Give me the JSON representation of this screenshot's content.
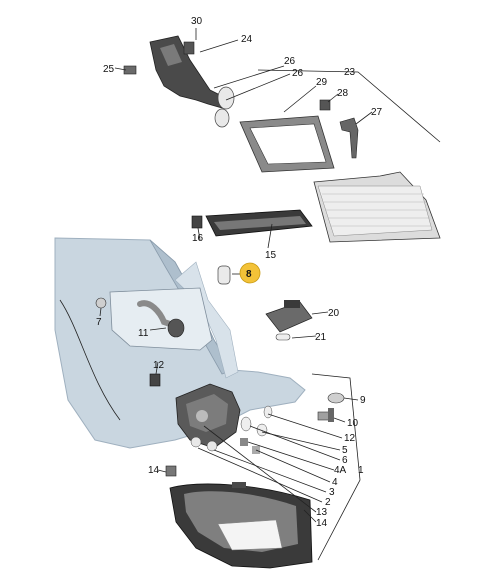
{
  "colors": {
    "body_panel": "#c9d6e0",
    "body_panel_dark": "#9fb0bf",
    "part_gray": "#9a9a9a",
    "part_dark": "#3c3c3c",
    "highlight": "#f3c238"
  },
  "labels": {
    "l30": "30",
    "l24": "24",
    "l25": "25",
    "l26a": "26",
    "l26b": "26",
    "l23": "23",
    "l29": "29",
    "l28": "28",
    "l27": "27",
    "l16": "16",
    "l15": "15",
    "l8": "8",
    "l7": "7",
    "l11": "11",
    "l20": "20",
    "l21": "21",
    "l12a": "12",
    "l9": "9",
    "l10": "10",
    "l12b": "12",
    "l5": "5",
    "l6": "6",
    "l4A": "4A",
    "l1": "1",
    "l4": "4",
    "l3": "3",
    "l2": "2",
    "l13": "13",
    "l14a": "14",
    "l14b": "14"
  },
  "icons": {
    "taillight_holder": "bulb-holder-icon",
    "inner_lamp": "inner-lamp-icon",
    "outer_lamp": "outer-lamp-icon"
  }
}
